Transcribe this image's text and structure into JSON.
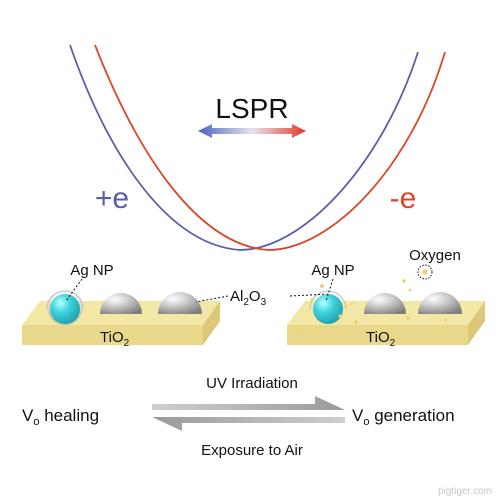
{
  "spectrum": {
    "title": "LSPR",
    "left_label": "+e",
    "right_label": "-e",
    "left_color": "#5a5fa8",
    "right_color": "#d9482b"
  },
  "panel_left": {
    "ag_label": "Ag NP",
    "tio2_label": "TiO",
    "tio2_sub": "2",
    "shared_label_main": "Al",
    "shared_label_sub1": "2",
    "shared_label_mid": "O",
    "shared_label_sub2": "3"
  },
  "panel_right": {
    "ag_label": "Ag NP",
    "oxygen_label": "Oxygen",
    "tio2_label": "TiO",
    "tio2_sub": "2"
  },
  "process": {
    "top_label": "UV Irradiation",
    "bottom_label": "Exposure to Air",
    "left_state_v": "V",
    "left_state_sub": "o",
    "left_state_rest": " healing",
    "right_state_v": "V",
    "right_state_sub": "o",
    "right_state_rest": " generation"
  },
  "watermark": "pigtiger.com",
  "colors": {
    "slab_top": "#f3e7a6",
    "slab_front": "#e9d889",
    "ag_cyan": "#3fd3dc",
    "sphere_gray": "#b9b9b9",
    "arrow_gray": "#a9a9a9"
  }
}
